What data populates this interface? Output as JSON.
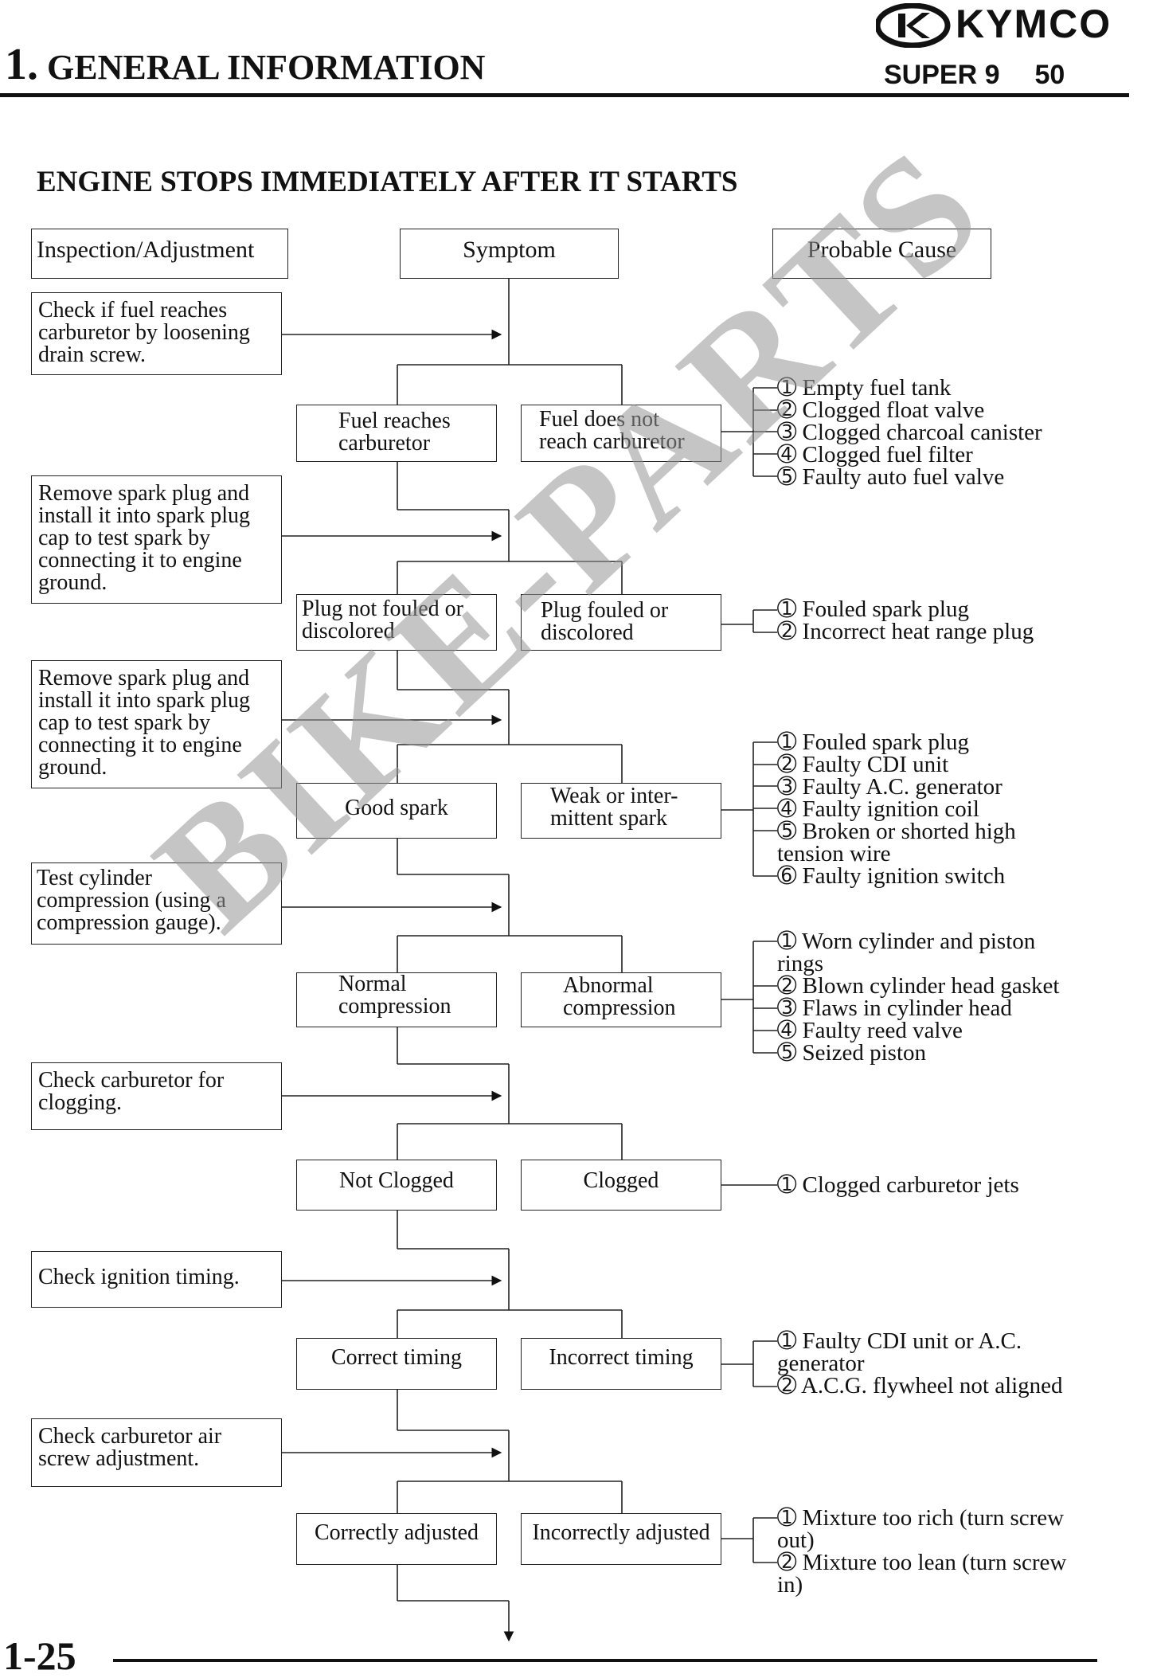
{
  "header": {
    "chapter_number": "1.",
    "chapter_title": "GENERAL INFORMATION",
    "brand": "KYMCO",
    "model": "SUPER 9",
    "model_number": "50"
  },
  "section_title": "ENGINE STOPS IMMEDIATELY AFTER IT STARTS",
  "columns": {
    "inspection": "Inspection/Adjustment",
    "symptom": "Symptom",
    "cause": "Probable Cause"
  },
  "steps": [
    {
      "inspection": "Check if fuel reaches\ncarburetor by loosening\ndrain screw.",
      "ok": "Fuel reaches\ncarburetor",
      "bad": "Fuel does not\nreach carburetor",
      "causes": [
        "➀ Empty fuel tank",
        "➁ Clogged float valve",
        "➂ Clogged charcoal canister",
        "➃ Clogged fuel filter",
        "➄ Faulty auto fuel valve"
      ]
    },
    {
      "inspection": "Remove spark plug and\ninstall it into spark plug\ncap to test spark by\nconnecting it to engine\nground.",
      "ok": "Plug not fouled or\ndiscolored",
      "bad": "Plug fouled or\ndiscolored",
      "causes": [
        "➀ Fouled spark plug",
        "➁ Incorrect heat range plug"
      ]
    },
    {
      "inspection": "Remove spark plug and\ninstall it into spark plug\ncap to test spark by\nconnecting it to engine\nground.",
      "ok": "Good spark",
      "bad": "Weak or inter-\nmittent spark",
      "causes": [
        "➀ Fouled spark plug",
        "➁ Faulty CDI unit",
        "➂ Faulty A.C. generator",
        "➃ Faulty ignition coil",
        "➄ Broken or shorted high\n    tension wire",
        "➅ Faulty ignition switch"
      ]
    },
    {
      "inspection": "Test cylinder\ncompression (using a\ncompression gauge).",
      "ok": "Normal\ncompression",
      "bad": "Abnormal\ncompression",
      "causes": [
        "➀ Worn cylinder and piston\n    rings",
        "➁ Blown cylinder head gasket",
        "➂ Flaws in cylinder head",
        "➃ Faulty reed valve",
        "➄ Seized piston"
      ]
    },
    {
      "inspection": "Check carburetor for\nclogging.",
      "ok": "Not Clogged",
      "bad": "Clogged",
      "causes": [
        "➀ Clogged carburetor jets"
      ]
    },
    {
      "inspection": "Check ignition timing.",
      "ok": "Correct timing",
      "bad": "Incorrect timing",
      "causes": [
        "➀ Faulty CDI unit or A.C.\n    generator",
        "➁ A.C.G. flywheel not aligned"
      ]
    },
    {
      "inspection": "Check carburetor air\nscrew adjustment.",
      "ok": "Correctly adjusted",
      "bad": "Incorrectly adjusted",
      "causes": [
        "➀ Mixture too rich (turn screw\n    out)",
        "➁ Mixture too lean (turn screw\n    in)"
      ]
    }
  ],
  "watermark": "BIKE-PARTS",
  "footer": {
    "page_number": "1-25"
  }
}
